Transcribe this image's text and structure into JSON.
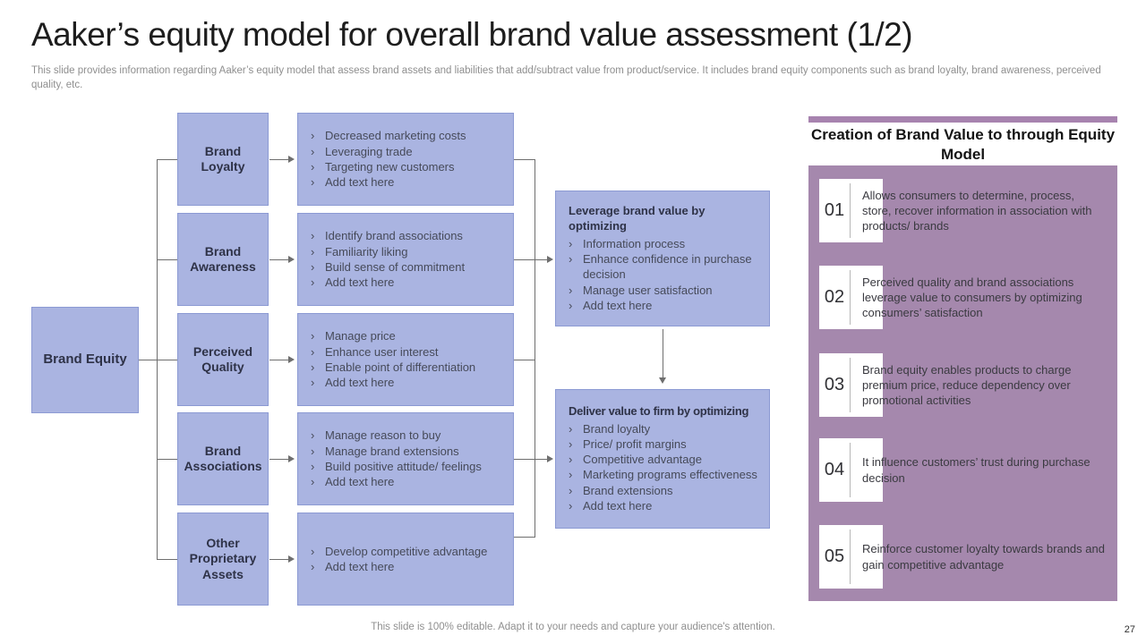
{
  "slide": {
    "title": "Aaker’s equity model for overall brand value assessment (1/2)",
    "subtitle": "This slide provides information regarding Aaker’s equity model that assess brand assets and liabilities that add/subtract value from product/service. It includes brand equity components such as brand loyalty, brand awareness, perceived quality,  etc.",
    "footer_note": "This slide is 100% editable. Adapt it to your needs and capture your audience's attention.",
    "page_number": "27"
  },
  "colors": {
    "box_fill": "#aab4e1",
    "box_border": "#8c9ad3",
    "panel_fill": "#a588ad",
    "accent_bar": "#a783af",
    "connector_line": "#6e6e6e"
  },
  "icons": {
    "bullet_marker": "›"
  },
  "diagram": {
    "root": {
      "label": "Brand Equity"
    },
    "rows": [
      {
        "label": "Brand Loyalty",
        "items": [
          "Decreased marketing costs",
          "Leveraging trade",
          "Targeting new customers",
          "Add text here"
        ]
      },
      {
        "label": "Brand Awareness",
        "items": [
          "Identify brand associations",
          "Familiarity liking",
          "Build sense of commitment",
          "Add text here"
        ]
      },
      {
        "label": "Perceived Quality",
        "items": [
          "Manage price",
          "Enhance user interest",
          "Enable point of differentiation",
          "Add text here"
        ]
      },
      {
        "label": "Brand Associations",
        "items": [
          "Manage reason to buy",
          "Manage brand extensions",
          "Build positive attitude/ feelings",
          "Add text here"
        ]
      },
      {
        "label": "Other Proprietary Assets",
        "items": [
          "Develop competitive advantage",
          "Add text here"
        ]
      }
    ],
    "leverage": {
      "title": "Leverage brand value by optimizing",
      "items": [
        "Information process",
        "Enhance confidence in purchase decision",
        "Manage user satisfaction",
        "Add text here"
      ]
    },
    "deliver": {
      "title": "Deliver value to firm by  optimizing",
      "items": [
        "Brand loyalty",
        "Price/ profit margins",
        "Competitive advantage",
        "Marketing programs effectiveness",
        "Brand extensions",
        "Add text here"
      ]
    }
  },
  "panel": {
    "title": "Creation of Brand Value to through Equity Model",
    "items": [
      {
        "number": "01",
        "text": "Allows consumers to determine, process, store, recover information in association with products/ brands"
      },
      {
        "number": "02",
        "text": "Perceived quality and brand associations leverage value to consumers by optimizing consumers’ satisfaction"
      },
      {
        "number": "03",
        "text": "Brand equity enables products to charge premium price, reduce dependency over promotional activities"
      },
      {
        "number": "04",
        "text": "It influence customers’ trust during purchase decision"
      },
      {
        "number": "05",
        "text": "Reinforce customer loyalty towards brands and gain competitive advantage"
      }
    ]
  }
}
